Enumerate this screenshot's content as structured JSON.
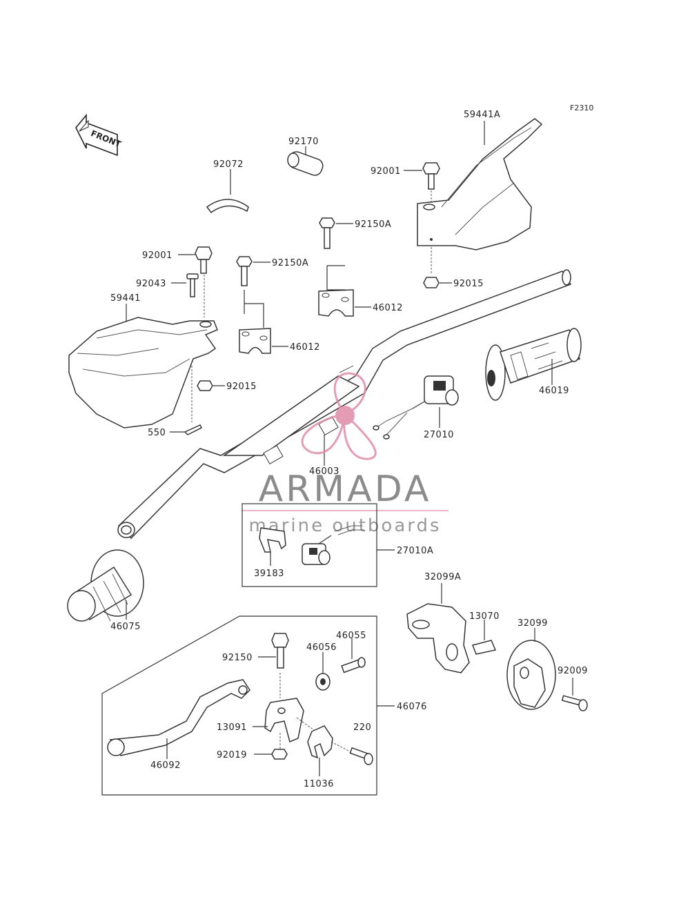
{
  "figure_code": "F2310",
  "front_label": "FRONT",
  "watermark": {
    "brand": "ARMADA",
    "tagline": "marine outboards",
    "colors": {
      "text": "#777777",
      "logo": "#e08aa8"
    }
  },
  "labels": {
    "p59441A": "59441A",
    "p92170": "92170",
    "p92072": "92072",
    "p92001_right": "92001",
    "p92150A_right": "92150A",
    "p92015_right": "92015",
    "p92001_left": "92001",
    "p92150A_left": "92150A",
    "p92043": "92043",
    "p59441": "59441",
    "p46012_right": "46012",
    "p46012_left": "46012",
    "p92015_left": "92015",
    "p550": "550",
    "p46019": "46019",
    "p27010": "27010",
    "p46003": "46003",
    "p27010A": "27010A",
    "p39183": "39183",
    "p32099A": "32099A",
    "p13070": "13070",
    "p32099": "32099",
    "p92009": "92009",
    "p46075": "46075",
    "p92150": "92150",
    "p46055": "46055",
    "p46056": "46056",
    "p46076": "46076",
    "p220": "220",
    "p13091": "13091",
    "p92019": "92019",
    "p46092": "46092",
    "p11036": "11036"
  }
}
